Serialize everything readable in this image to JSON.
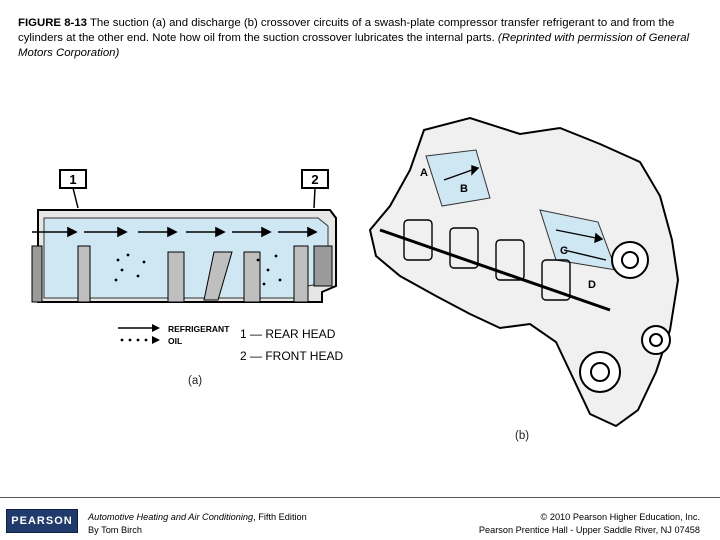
{
  "caption": {
    "figure_label": "FIGURE 8-13",
    "text": " The suction (a) and discharge (b) crossover circuits of a swash-plate compressor transfer refrigerant to and from the cylinders at the other end. Note how oil from the suction crossover lubricates the internal parts. ",
    "credit": "(Reprinted with permission of General Motors Corporation)"
  },
  "diagram_a": {
    "callout_1": "1",
    "callout_2": "2",
    "legend_refrigerant": "REFRIGERANT",
    "legend_oil": "OIL",
    "key_1": "1 — REAR HEAD",
    "key_2": "2 — FRONT HEAD",
    "label": "(a)"
  },
  "diagram_b": {
    "port_a": "A",
    "port_b": "B",
    "port_c": "C",
    "port_d": "D",
    "label": "(b)"
  },
  "footer": {
    "logo_text": "PEARSON",
    "book_title": "Automotive Heating and Air Conditioning",
    "edition": ", Fifth Edition",
    "author": "By Tom Birch",
    "copyright": "© 2010 Pearson Higher Education, Inc.",
    "publisher": "Pearson Prentice Hall - Upper Saddle River, NJ 07458"
  },
  "colors": {
    "flow_fill": "#cfe6f3",
    "footer_logo": "#1f3a6b"
  }
}
